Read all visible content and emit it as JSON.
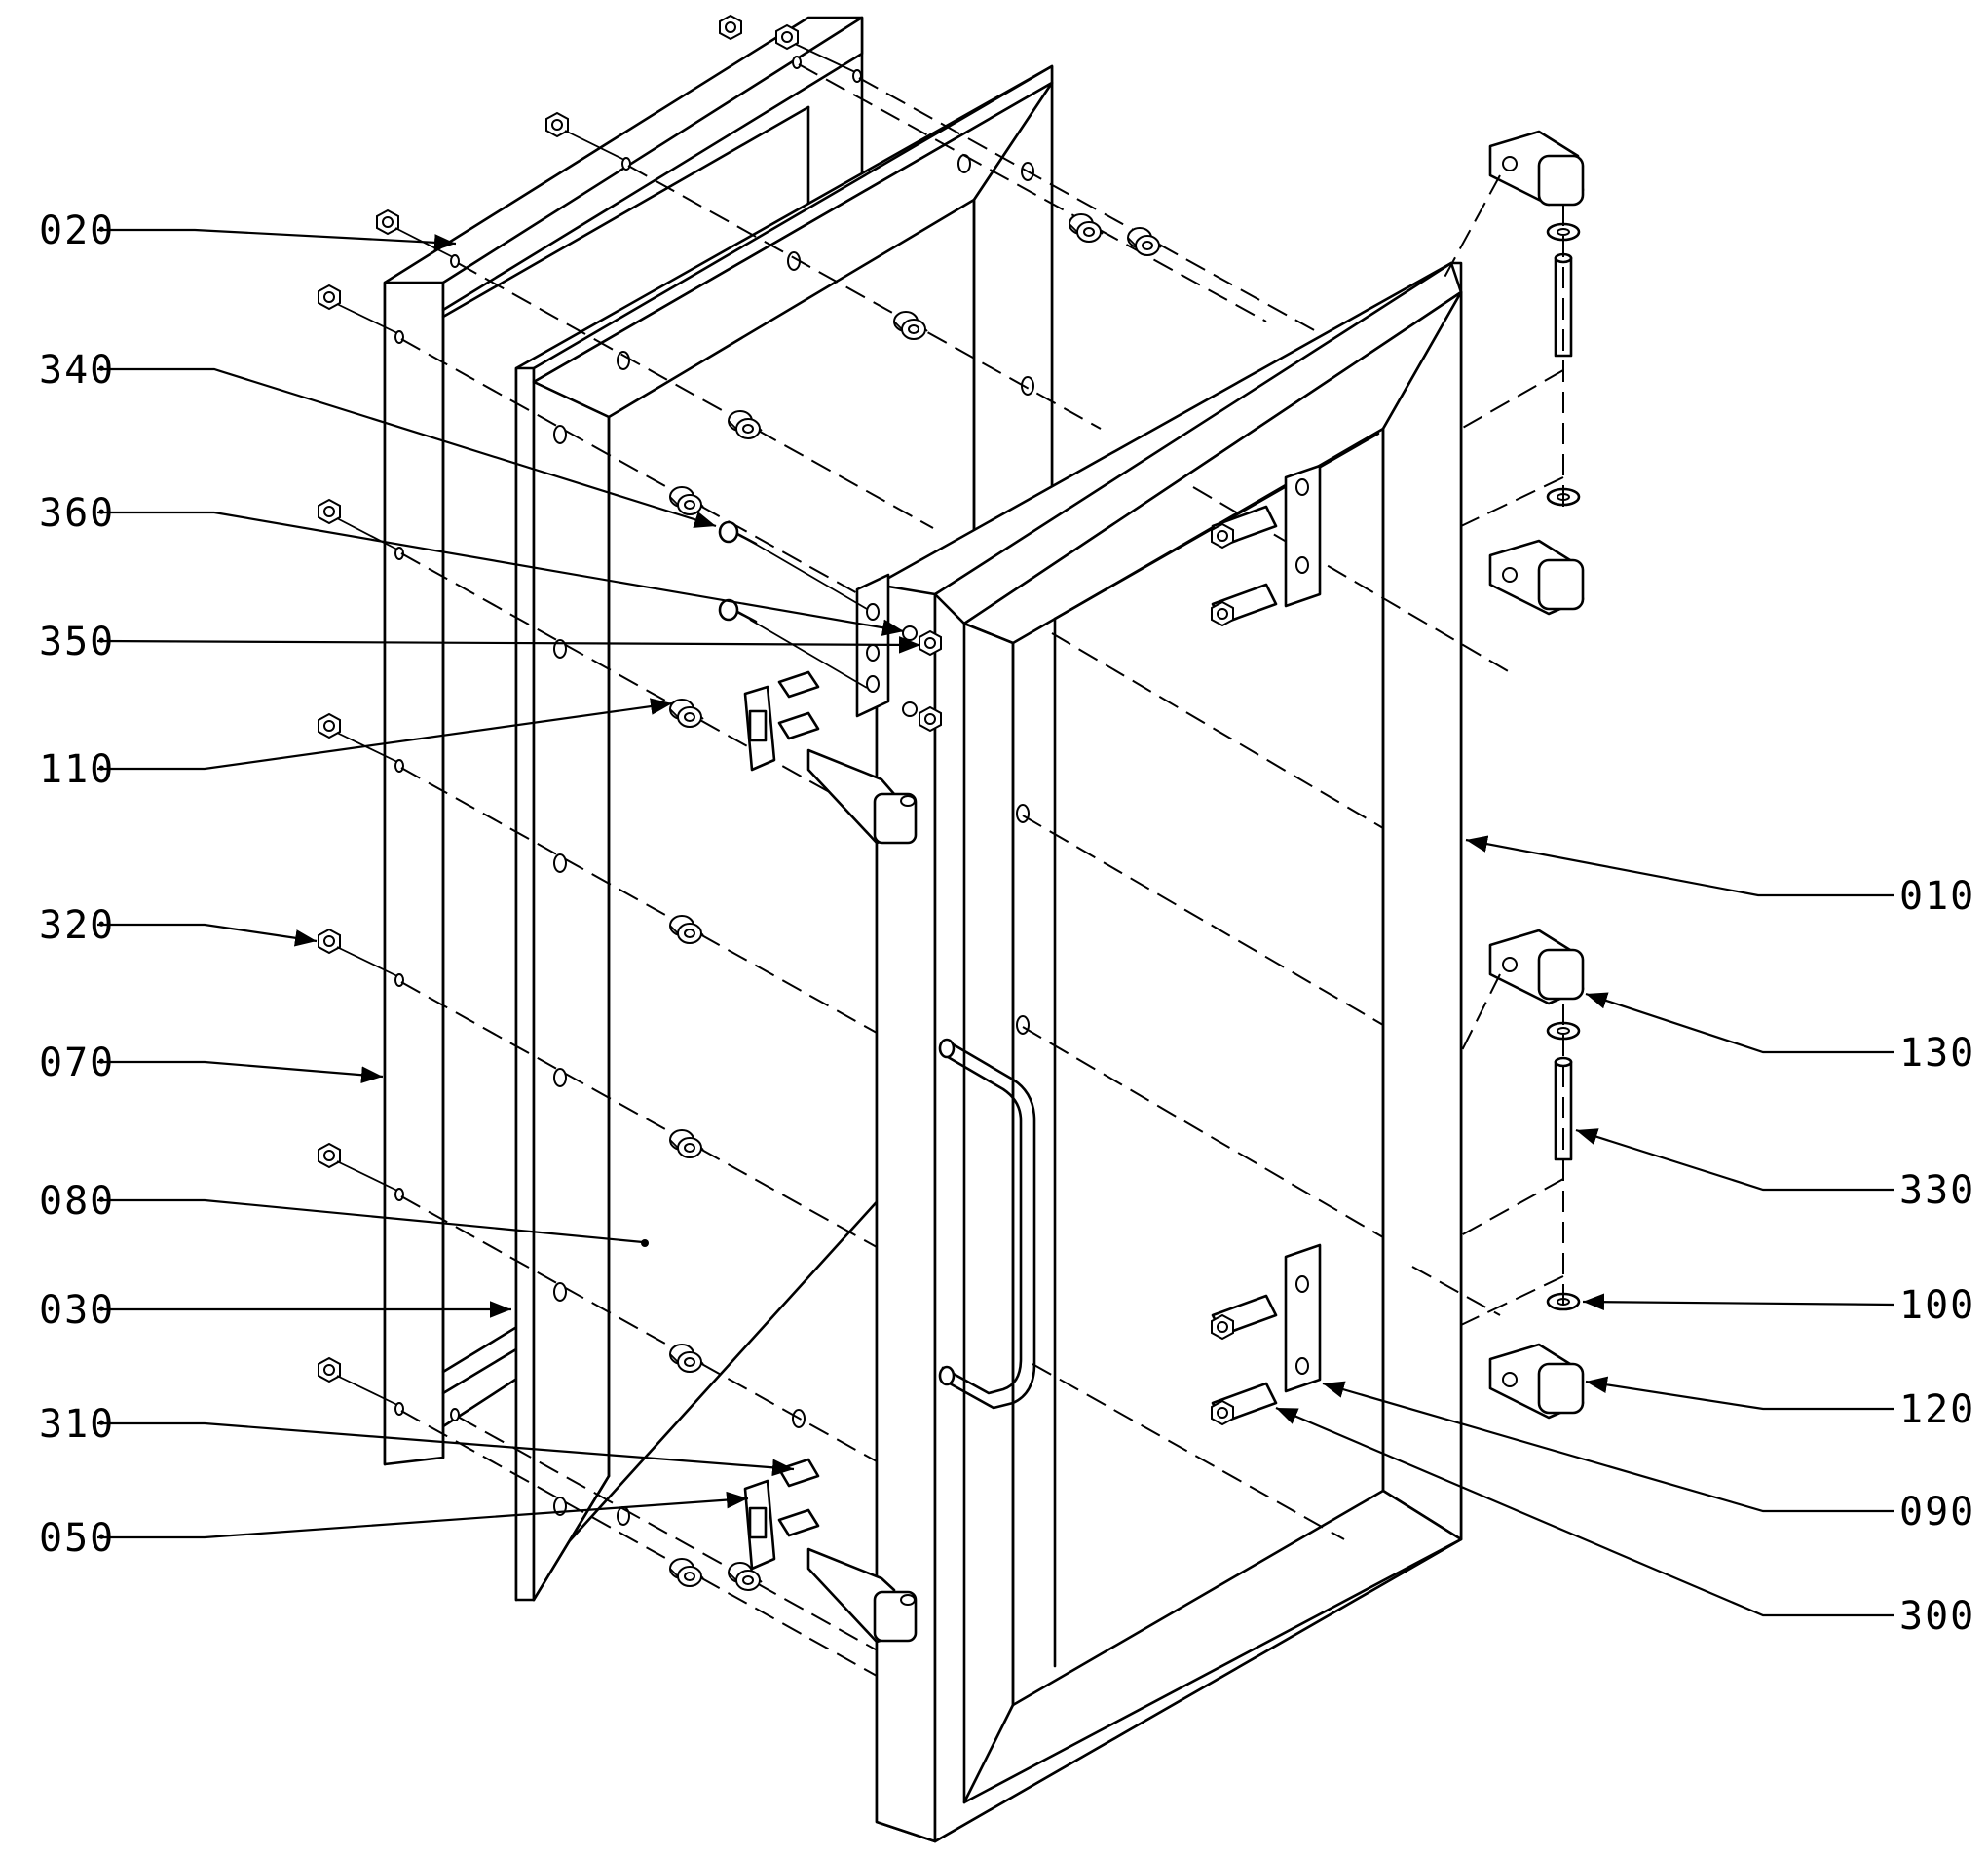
{
  "callouts": {
    "left": [
      {
        "id": "020",
        "label": "020"
      },
      {
        "id": "340",
        "label": "340"
      },
      {
        "id": "360",
        "label": "360"
      },
      {
        "id": "350",
        "label": "350"
      },
      {
        "id": "110",
        "label": "110"
      },
      {
        "id": "320",
        "label": "320"
      },
      {
        "id": "070",
        "label": "070"
      },
      {
        "id": "080",
        "label": "080"
      },
      {
        "id": "030",
        "label": "030"
      },
      {
        "id": "310",
        "label": "310"
      },
      {
        "id": "050",
        "label": "050"
      }
    ],
    "right": [
      {
        "id": "010",
        "label": "010"
      },
      {
        "id": "130",
        "label": "130"
      },
      {
        "id": "330",
        "label": "330"
      },
      {
        "id": "100",
        "label": "100"
      },
      {
        "id": "120",
        "label": "120"
      },
      {
        "id": "090",
        "label": "090"
      },
      {
        "id": "300",
        "label": "300"
      }
    ]
  }
}
